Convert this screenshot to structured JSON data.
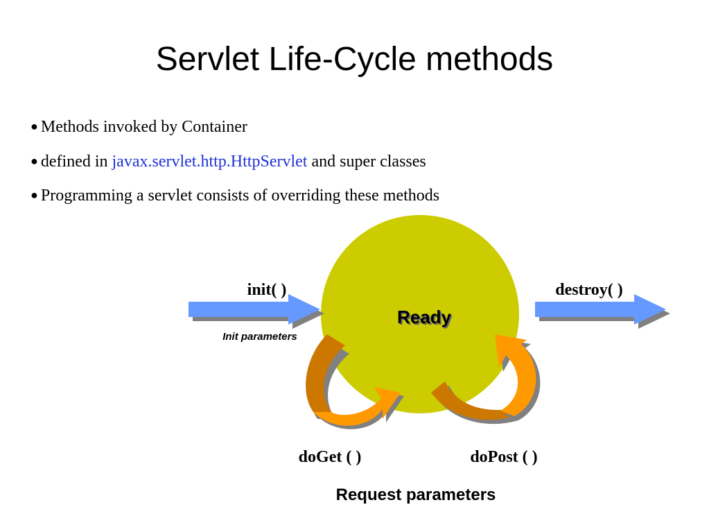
{
  "slide": {
    "title": "Servlet Life-Cycle methods",
    "bullets": [
      {
        "text": "Methods invoked by Container"
      },
      {
        "pre": "defined in ",
        "link": "javax.servlet.http.HttpServlet",
        "post": " and super classes"
      },
      {
        "text": "Programming a servlet consists of overriding these methods"
      }
    ]
  },
  "diagram": {
    "state_label": "Ready",
    "init_label": "init( )",
    "init_params_label": "Init parameters",
    "destroy_label": "destroy( )",
    "doget_label": "doGet ( )",
    "dopost_label": "doPost ( )",
    "request_params_label": "Request parameters",
    "colors": {
      "circle": "#cccc00",
      "blue_arrow": "#6699ff",
      "orange_dark": "#cc7700",
      "orange_light": "#ff9900",
      "shadow": "#808080",
      "link": "#1f33d6"
    }
  }
}
